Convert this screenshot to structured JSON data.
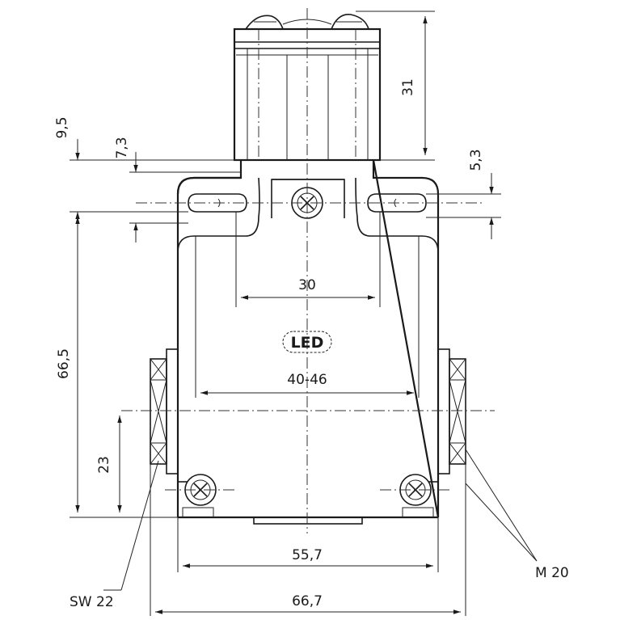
{
  "dimensions": {
    "actuator_height": "31",
    "top_offset": "9,5",
    "slot_offset": "7,3",
    "slot_height": "5,3",
    "mounting_spacing": "30",
    "led_label": "LED",
    "inner_width_range": "40-46",
    "body_height": "66,5",
    "gland_offset": "23",
    "body_width": "55,7",
    "overall_width": "66,7"
  },
  "callouts": {
    "wrench_size": "SW 22",
    "thread": "M 20"
  },
  "colors": {
    "line": "#1a1a1a",
    "background": "#ffffff"
  }
}
